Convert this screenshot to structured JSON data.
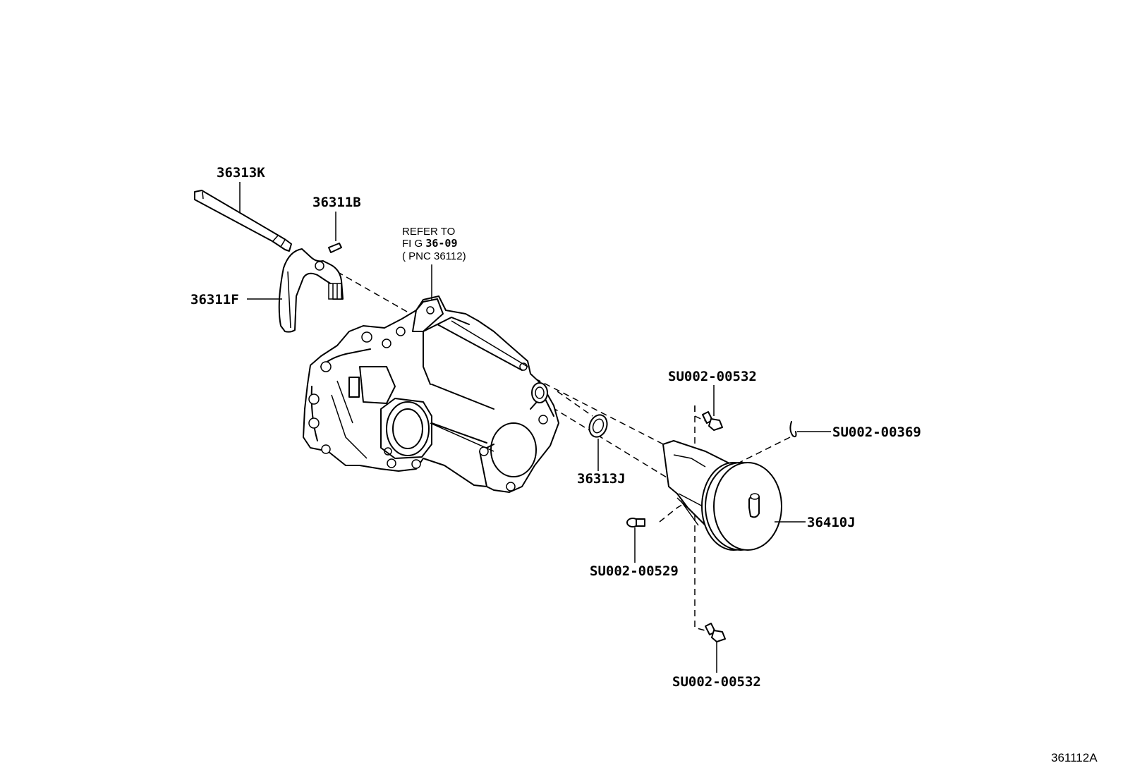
{
  "callouts": {
    "shift_shaft": "36313K",
    "pin": "36311B",
    "shift_fork": "36311F",
    "oil_seal": "36313J",
    "actuator": "36410J",
    "bolt_top": "SU002-00532",
    "clip": "SU002-00369",
    "bolt_lower": "SU002-00529",
    "bolt_bottom": "SU002-00532"
  },
  "reference_note": {
    "line1": "REFER TO",
    "line2_prefix": "FI G ",
    "line2_fig": "36-09",
    "line3": "( PNC 36112)"
  },
  "figure_id": "361112A"
}
